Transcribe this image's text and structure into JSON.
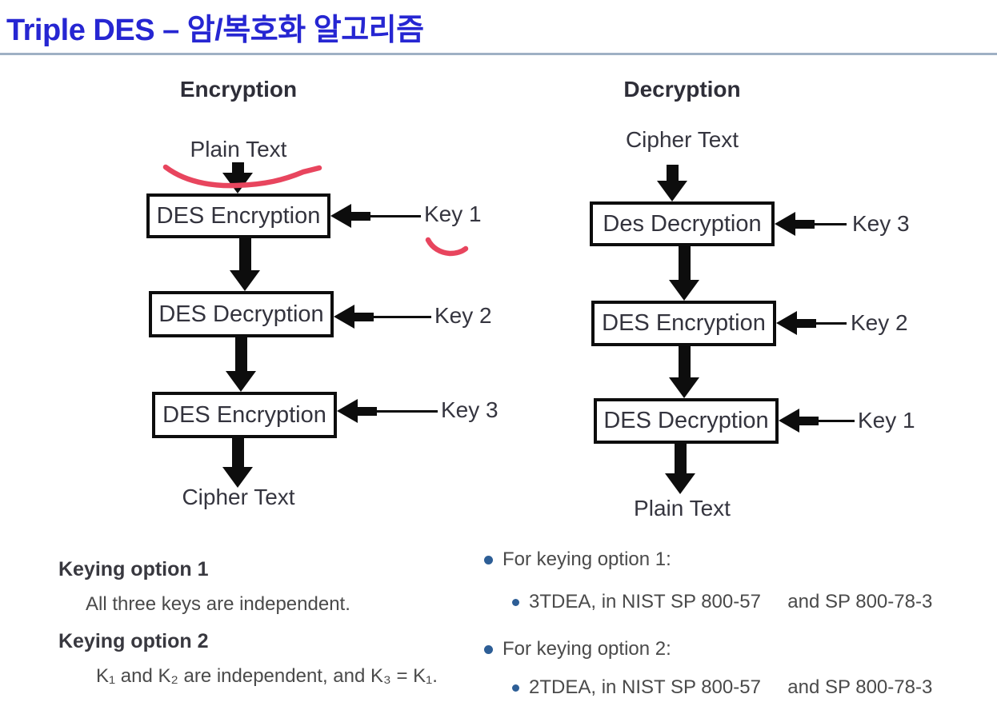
{
  "title": "Triple DES – 암/복호화 알고리즘",
  "colors": {
    "title_blue": "#2626d2",
    "divider": "#9fb0c4",
    "diagram_ink": "#0d0d0d",
    "text_gray": "#4a4a4a",
    "bullet_blue": "#2d5e96",
    "annotation_red": "#e8455e"
  },
  "encryption_flow": {
    "heading": "Encryption",
    "input": "Plain Text",
    "output": "Cipher Text",
    "stages": [
      {
        "box": "DES Encryption",
        "key": "Key 1"
      },
      {
        "box": "DES Decryption",
        "key": "Key 2"
      },
      {
        "box": "DES Encryption",
        "key": "Key 3"
      }
    ]
  },
  "decryption_flow": {
    "heading": "Decryption",
    "input": "Cipher Text",
    "output": "Plain Text",
    "stages": [
      {
        "box": "Des Decryption",
        "key": "Key 3"
      },
      {
        "box": "DES Encryption",
        "key": "Key 2"
      },
      {
        "box": "DES Decryption",
        "key": "Key 1"
      }
    ]
  },
  "annotations": [
    {
      "name": "red-squiggle-under-plain-text"
    },
    {
      "name": "red-check-under-key-1"
    }
  ],
  "keying_options": [
    {
      "heading": "Keying option 1",
      "description": "All three keys are independent."
    },
    {
      "heading": "Keying option 2",
      "description": "K₁ and K₂ are independent, and K₃ = K₁."
    }
  ],
  "nist_notes": [
    {
      "label": "For keying option 1:",
      "detail": "3TDEA, in NIST SP 800-57     and SP 800-78-3"
    },
    {
      "label": "For keying option 2:",
      "detail": "2TDEA, in NIST SP 800-57     and SP 800-78-3"
    }
  ]
}
